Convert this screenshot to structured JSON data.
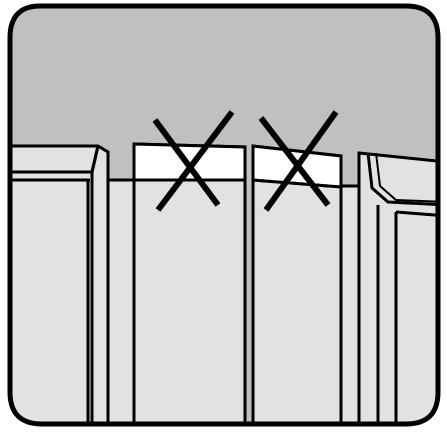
{
  "illustration": {
    "colors": {
      "sky": "#c0c0c0",
      "panel": "#e2e2e2",
      "highlight": "#ffffff",
      "outline": "#000000",
      "frame_background": "#ffffff"
    },
    "markers": [
      {
        "icon": "x-cross-mark-icon",
        "meaning": "incorrect"
      },
      {
        "icon": "x-cross-mark-icon",
        "meaning": "incorrect"
      }
    ],
    "cut_line_style": "dotted"
  }
}
